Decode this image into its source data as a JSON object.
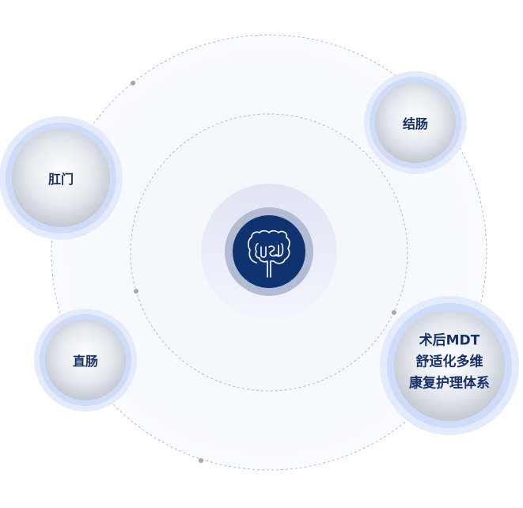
{
  "center": {
    "icon": "intestine-icon"
  },
  "nodes": [
    {
      "id": "anus",
      "label": "肛门"
    },
    {
      "id": "colon",
      "label": "结肠"
    },
    {
      "id": "rectum",
      "label": "直肠"
    },
    {
      "id": "mdt",
      "lines": [
        "术后MDT",
        "舒适化多维",
        "康复护理体系"
      ]
    }
  ],
  "colors": {
    "navy": "#0f3270",
    "text": "#17306a",
    "halo": "#dbe6fb",
    "dash": "#b5b8c0"
  }
}
